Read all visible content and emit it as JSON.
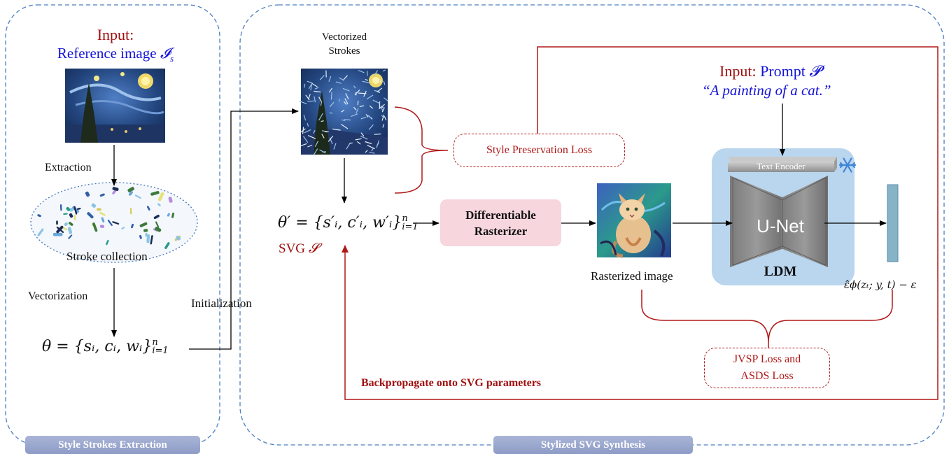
{
  "left_panel": {
    "input_label": "Input:",
    "reference_label": "Reference image",
    "reference_symbol": "𝓘",
    "reference_sub": "s",
    "extraction": "Extraction",
    "stroke_collection": "Stroke collection",
    "vectorization": "Vectorization",
    "theta_formula": "θ = {sᵢ, cᵢ, wᵢ}",
    "theta_sup": "n",
    "theta_sub": "i=1",
    "section_title": "Style Strokes Extraction"
  },
  "right_panel": {
    "initialization": "Initialization",
    "vectorized_strokes_line1": "Vectorized",
    "vectorized_strokes_line2": "Strokes",
    "theta_prime_formula": "θ′ = {s′ᵢ, c′ᵢ, w′ᵢ}",
    "theta_prime_sup": "n",
    "theta_prime_sub": "i=1",
    "svg_label": "SVG",
    "svg_symbol": "𝓢",
    "style_loss": "Style Preservation Loss",
    "rasterizer_line1": "Differentiable",
    "rasterizer_line2": "Rasterizer",
    "rasterized_image": "Rasterized image",
    "prompt_input_label": "Input:",
    "prompt_label": "Prompt",
    "prompt_symbol": "𝓟",
    "prompt_text": "“A painting of a cat.”",
    "text_encoder": "Text Encoder",
    "unet": "U-Net",
    "ldm": "LDM",
    "epsilon_formula": "ε̂ϕ(zₜ; y, t) − ε",
    "jvsp_line1": "JVSP Loss and",
    "jvsp_line2": "ASDS Loss",
    "backprop": "Backpropagate onto SVG parameters",
    "section_title": "Stylized SVG Synthesis"
  },
  "icons": {
    "freeze": "snowflake-icon"
  },
  "colors": {
    "red_arrow": "#b01818",
    "blue_text": "#1313d8",
    "dark_red_text": "#a01010",
    "ldm_bg": "#b9d6ee",
    "rasterizer_bg": "#f7d6dd",
    "section_dash": "#4c7fc0"
  }
}
